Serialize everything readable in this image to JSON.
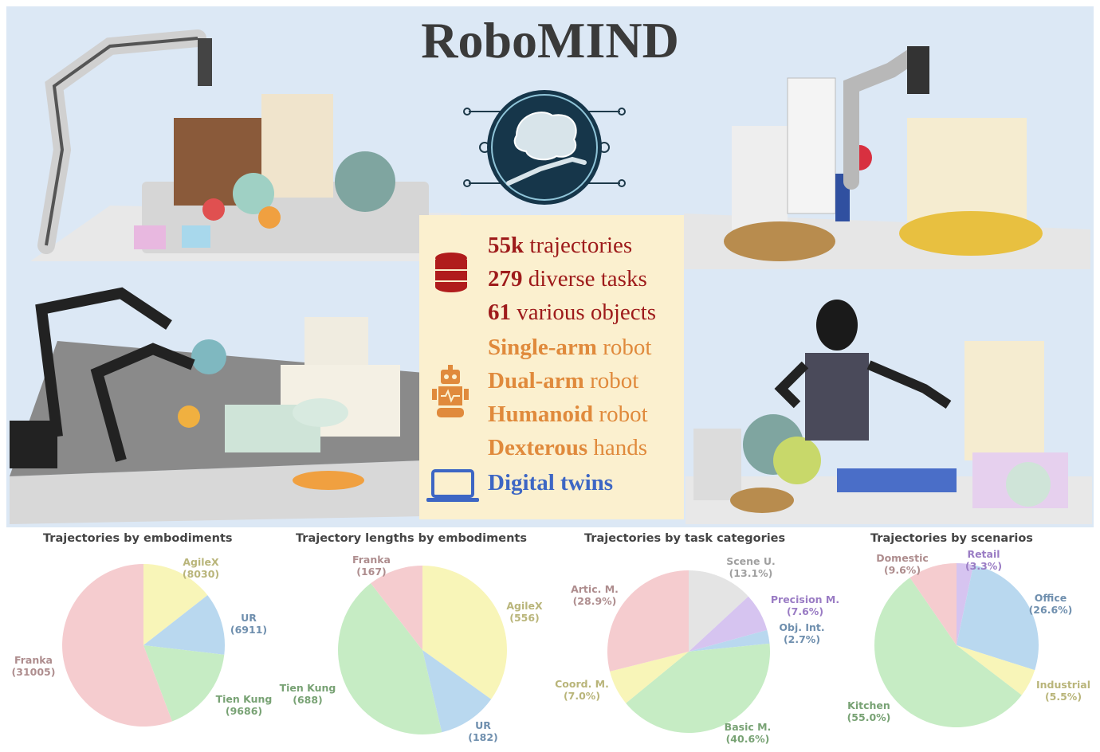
{
  "title": "RoboMIND",
  "stats": {
    "trajectories": {
      "num": "55k",
      "label": " trajectories"
    },
    "tasks": {
      "num": "279",
      "label": " diverse tasks"
    },
    "objects": {
      "num": "61",
      "label": " various objects"
    },
    "single_arm": {
      "bold": "Single-arm",
      "label": " robot"
    },
    "dual_arm": {
      "bold": "Dual-arm",
      "label": " robot"
    },
    "humanoid": {
      "bold": "Humanoid",
      "label": " robot"
    },
    "dexterous": {
      "bold": "Dexterous",
      "label": " hands"
    },
    "digital_twins": "Digital twins"
  },
  "icons": [
    "database-icon",
    "robot-icon",
    "laptop-icon",
    "brain-hand-logo-icon"
  ],
  "colors": {
    "red": "#9e1b1b",
    "orange": "#e08a3c",
    "blue": "#3d66c4",
    "background": "#dce8f5",
    "stats_panel": "#fbf0cf"
  },
  "chart_data": [
    {
      "type": "pie",
      "title": "Trajectories by embodiments",
      "slices": [
        {
          "label": "AgileX",
          "value": 8030,
          "value_label": "(8030)",
          "color": "#f8f5b8",
          "text_color": "#b9b57a"
        },
        {
          "label": "UR",
          "value": 6911,
          "value_label": "(6911)",
          "color": "#b9d8ef",
          "text_color": "#6f8fae"
        },
        {
          "label": "Tien Kung",
          "value": 9686,
          "value_label": "(9686)",
          "color": "#c6ecc4",
          "text_color": "#78a274"
        },
        {
          "label": "Franka",
          "value": 31005,
          "value_label": "(31005)",
          "color": "#f5cccf",
          "text_color": "#ae8d8e"
        }
      ]
    },
    {
      "type": "pie",
      "title": "Trajectory lengths by embodiments",
      "slices": [
        {
          "label": "AgileX",
          "value": 556,
          "value_label": "(556)",
          "color": "#f8f5b8",
          "text_color": "#b9b57a"
        },
        {
          "label": "UR",
          "value": 182,
          "value_label": "(182)",
          "color": "#b9d8ef",
          "text_color": "#6f8fae"
        },
        {
          "label": "Tien Kung",
          "value": 688,
          "value_label": "(688)",
          "color": "#c6ecc4",
          "text_color": "#78a274"
        },
        {
          "label": "Franka",
          "value": 167,
          "value_label": "(167)",
          "color": "#f5cccf",
          "text_color": "#ae8d8e"
        }
      ]
    },
    {
      "type": "pie",
      "title": "Trajectories by task categories",
      "slices": [
        {
          "label": "Scene U.",
          "value": 13.1,
          "value_label": "(13.1%)",
          "color": "#e4e4e4",
          "text_color": "#a0a0a0"
        },
        {
          "label": "Precision M.",
          "value": 7.6,
          "value_label": "(7.6%)",
          "color": "#d6c4f0",
          "text_color": "#9a7cc4"
        },
        {
          "label": "Obj. Int.",
          "value": 2.7,
          "value_label": "(2.7%)",
          "color": "#b9d8ef",
          "text_color": "#6f8fae"
        },
        {
          "label": "Basic M.",
          "value": 40.6,
          "value_label": "(40.6%)",
          "color": "#c6ecc4",
          "text_color": "#78a274"
        },
        {
          "label": "Coord. M.",
          "value": 7.0,
          "value_label": "(7.0%)",
          "color": "#f8f5b8",
          "text_color": "#b9b57a"
        },
        {
          "label": "Artic. M.",
          "value": 28.9,
          "value_label": "(28.9%)",
          "color": "#f5cccf",
          "text_color": "#ae8d8e"
        }
      ]
    },
    {
      "type": "pie",
      "title": "Trajectories by scenarios",
      "slices": [
        {
          "label": "Retail",
          "value": 3.3,
          "value_label": "(3.3%)",
          "color": "#d6c4f0",
          "text_color": "#9a7cc4"
        },
        {
          "label": "Office",
          "value": 26.6,
          "value_label": "(26.6%)",
          "color": "#b9d8ef",
          "text_color": "#6f8fae"
        },
        {
          "label": "Industrial",
          "value": 5.5,
          "value_label": "(5.5%)",
          "color": "#f8f5b8",
          "text_color": "#b9b57a"
        },
        {
          "label": "Kitchen",
          "value": 55.0,
          "value_label": "(55.0%)",
          "color": "#c6ecc4",
          "text_color": "#78a274"
        },
        {
          "label": "Domestic",
          "value": 9.6,
          "value_label": "(9.6%)",
          "color": "#f5cccf",
          "text_color": "#ae8d8e"
        }
      ]
    }
  ]
}
